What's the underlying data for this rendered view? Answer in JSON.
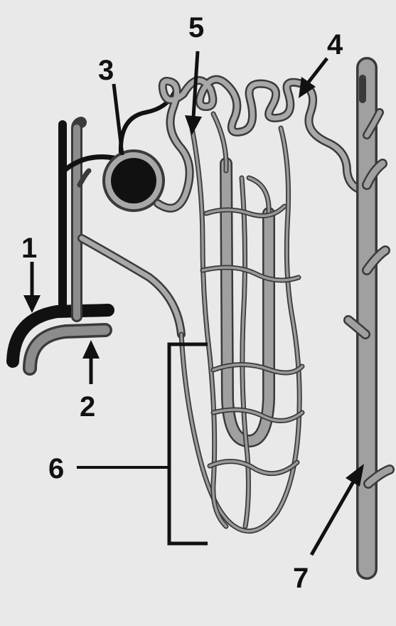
{
  "labels": {
    "1": "1",
    "2": "2",
    "3": "3",
    "4": "4",
    "5": "5",
    "6": "6",
    "7": "7"
  },
  "colors": {
    "background": "#e9e9e9",
    "artery": "#111111",
    "vein": "#8c8c8c",
    "tubule": "#a0a0a0",
    "outline": "#3a3a3a"
  }
}
